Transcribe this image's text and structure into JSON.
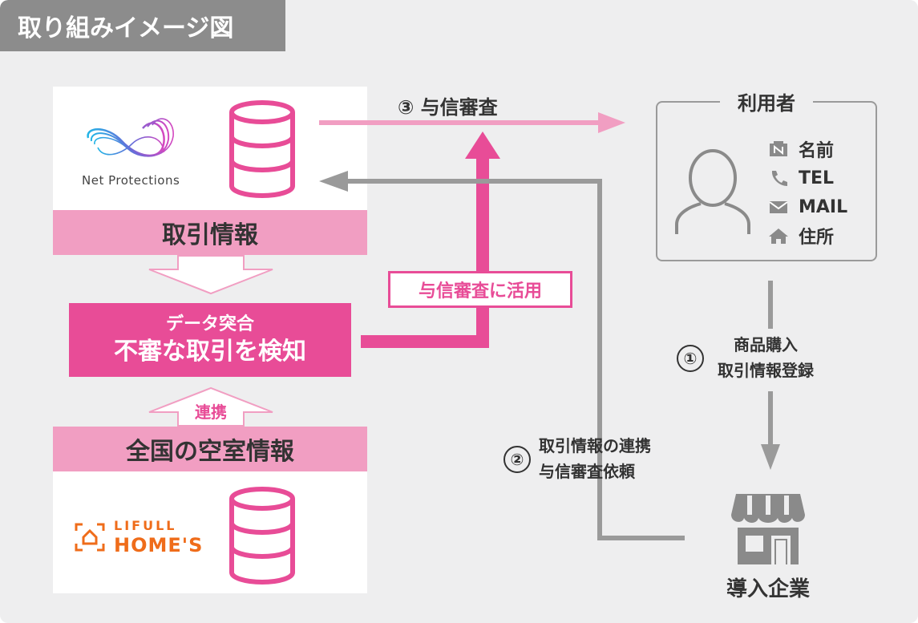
{
  "header": {
    "title": "取り組みイメージ図"
  },
  "net_protections": {
    "logo_text": "Net Protections"
  },
  "lifull": {
    "logo_line1": "LIFULL",
    "logo_line2": "HOME'S"
  },
  "left": {
    "band_top": "取引情報",
    "detect_line1": "データ突合",
    "detect_line2": "不審な取引を検知",
    "link_label": "連携",
    "band_bottom": "全国の空室情報"
  },
  "flows": {
    "step3": "③ 与信審査",
    "use_label": "与信審査に活用",
    "step2_line1": "取引情報の連携",
    "step2_line2": "与信審査依頼",
    "step2_num": "②",
    "step1_line1": "商品購入",
    "step1_line2": "取引情報登録",
    "step1_num": "①"
  },
  "user_card": {
    "title": "利用者",
    "fields": [
      {
        "icon": "name-card-icon",
        "label": "名前"
      },
      {
        "icon": "phone-icon",
        "label": "TEL"
      },
      {
        "icon": "mail-icon",
        "label": "MAIL"
      },
      {
        "icon": "home-icon",
        "label": "住所"
      }
    ]
  },
  "merchant": {
    "label": "導入企業"
  },
  "colors": {
    "magenta": "#e84c97",
    "light_pink": "#f19ec2",
    "gray": "#9a9a9a",
    "panel_bg": "#eeeeef"
  }
}
